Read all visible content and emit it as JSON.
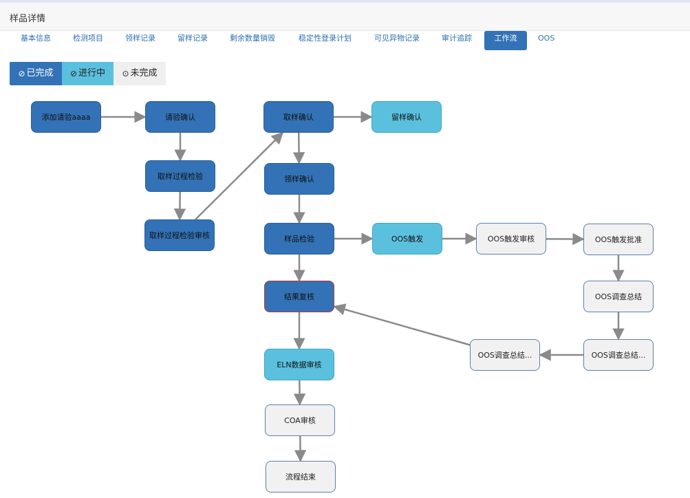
{
  "header": {
    "title": "样品详情"
  },
  "tabs": [
    {
      "label": "基本信息",
      "active": false
    },
    {
      "label": "检测项目",
      "active": false
    },
    {
      "label": "领样记录",
      "active": false
    },
    {
      "label": "留样记录",
      "active": false
    },
    {
      "label": "剩余数量销毁",
      "active": false
    },
    {
      "label": "稳定性登录计划",
      "active": false
    },
    {
      "label": "可见异物记录",
      "active": false
    },
    {
      "label": "审计追踪",
      "active": false
    },
    {
      "label": "工作流",
      "active": true
    },
    {
      "label": "OOS",
      "active": false
    }
  ],
  "legend": {
    "done": {
      "icon": "⊘",
      "label": "已完成",
      "color": "#3372b6"
    },
    "doing": {
      "icon": "⊘",
      "label": "进行中",
      "color": "#5bc0de"
    },
    "todo": {
      "icon": "⊙",
      "label": "未完成",
      "color": "#efefef"
    }
  },
  "workflow": {
    "nodes": {
      "n1": {
        "label": "添加请验aaaa",
        "status": "done"
      },
      "n2": {
        "label": "请验确认",
        "status": "done"
      },
      "n3": {
        "label": "取样过程检验",
        "status": "done"
      },
      "n4": {
        "label": "取样过程检验审核",
        "status": "done"
      },
      "n5": {
        "label": "取样确认",
        "status": "done"
      },
      "n6": {
        "label": "留样确认",
        "status": "doing"
      },
      "n7": {
        "label": "领样确认",
        "status": "done"
      },
      "n8": {
        "label": "样品检验",
        "status": "done"
      },
      "n9": {
        "label": "OOS触发",
        "status": "doing"
      },
      "n10": {
        "label": "OOS触发审核",
        "status": "todo"
      },
      "n11": {
        "label": "OOS触发批准",
        "status": "todo"
      },
      "n12": {
        "label": "OOS调查总结",
        "status": "todo"
      },
      "n13": {
        "label": "OOS调查总结...",
        "status": "todo"
      },
      "n14": {
        "label": "OOS调查总结...",
        "status": "todo"
      },
      "n15": {
        "label": "结果复核",
        "status": "done",
        "current": true
      },
      "n16": {
        "label": "ELN数据审核",
        "status": "doing"
      },
      "n17": {
        "label": "COA审核",
        "status": "todo"
      },
      "n18": {
        "label": "流程结束",
        "status": "todo"
      }
    },
    "edges": [
      [
        "n1",
        "n2"
      ],
      [
        "n2",
        "n3"
      ],
      [
        "n3",
        "n4"
      ],
      [
        "n4",
        "n5"
      ],
      [
        "n5",
        "n6"
      ],
      [
        "n5",
        "n7"
      ],
      [
        "n7",
        "n8"
      ],
      [
        "n8",
        "n9"
      ],
      [
        "n9",
        "n10"
      ],
      [
        "n10",
        "n11"
      ],
      [
        "n11",
        "n12"
      ],
      [
        "n12",
        "n13"
      ],
      [
        "n13",
        "n14"
      ],
      [
        "n14",
        "n15"
      ],
      [
        "n8",
        "n15"
      ],
      [
        "n15",
        "n16"
      ],
      [
        "n16",
        "n17"
      ],
      [
        "n17",
        "n18"
      ]
    ]
  }
}
